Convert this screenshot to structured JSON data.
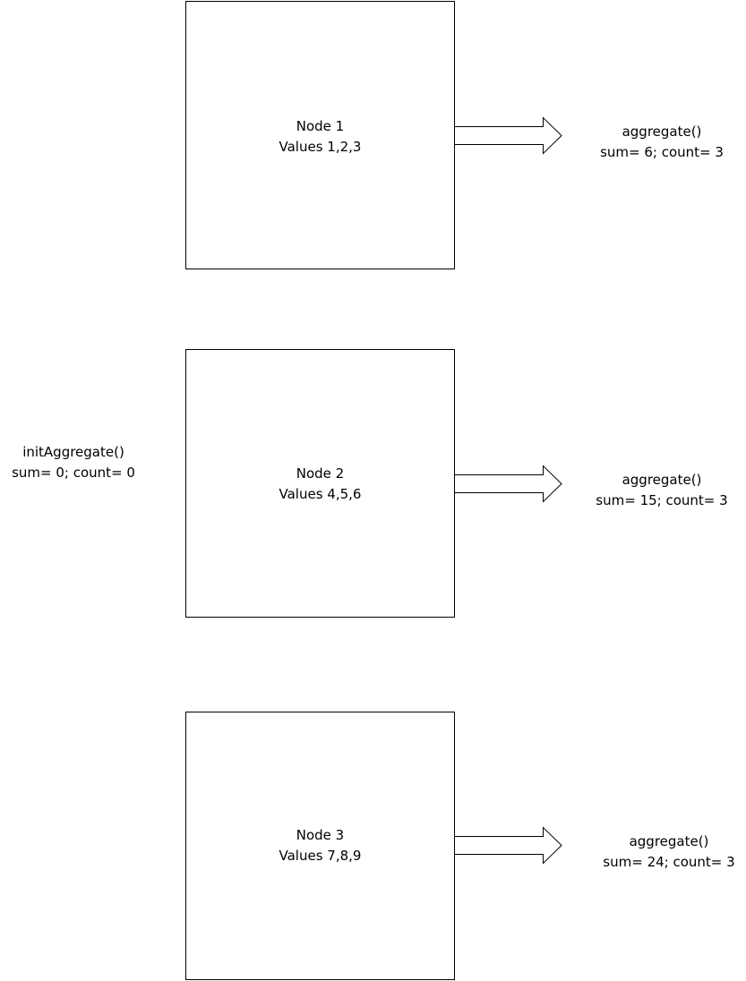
{
  "init": {
    "call": "initAggregate()",
    "state": "sum= 0; count= 0"
  },
  "nodes": [
    {
      "name": "Node 1",
      "values": "Values 1,2,3",
      "result_call": "aggregate()",
      "result_state": "sum= 6; count= 3"
    },
    {
      "name": "Node 2",
      "values": "Values 4,5,6",
      "result_call": "aggregate()",
      "result_state": "sum= 15; count= 3"
    },
    {
      "name": "Node 3",
      "values": "Values 7,8,9",
      "result_call": "aggregate()",
      "result_state": "sum= 24; count= 3"
    }
  ]
}
